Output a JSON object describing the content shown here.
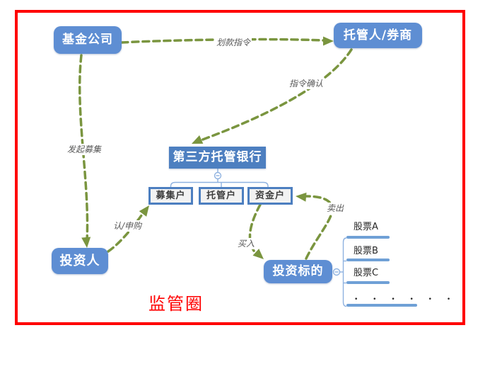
{
  "diagram": {
    "caption": "监管圈",
    "nodes": {
      "fund_company": "基金公司",
      "custodian_broker": "托管人/券商",
      "third_party_bank": "第三方托管银行",
      "raise_account": "募集户",
      "custody_account": "托管户",
      "capital_account": "资金户",
      "investor": "投资人",
      "investment_target": "投资标的"
    },
    "stocks": [
      "股票A",
      "股票B",
      "股票C",
      "• • • • • •"
    ],
    "edge_labels": {
      "transfer_instruction": "划款指令",
      "instruction_confirm": "指令确认",
      "initiate_raise": "发起募集",
      "subscribe": "认/申购",
      "buy": "买入",
      "sell": "卖出"
    },
    "colors": {
      "node_blue": "#5e8ed3",
      "bank_blue": "#4d7fc0",
      "account_bg": "#f2f2f2",
      "connector_blue": "#8fb2e0",
      "stock_line_blue": "#6fa0d6",
      "arrow_green": "#7a953f",
      "label_gray": "#595959",
      "frame_red": "#ff0000"
    }
  }
}
